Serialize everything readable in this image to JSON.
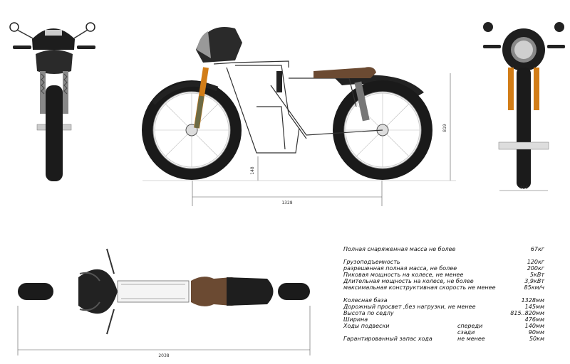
{
  "dimensions": {
    "height": "819",
    "ground_clearance": "148",
    "wheelbase": "1328",
    "width": "414",
    "length": "2038"
  },
  "specs": [
    {
      "label": "Полная снаряженная масса не более",
      "value": "67кг"
    },
    {
      "label": "Грузоподъемность",
      "value": "120кг"
    },
    {
      "label": "разрешенная полная масса, не более",
      "value": "200кг"
    },
    {
      "label": "Пиковая мощность на колесе, не менее",
      "value": "5кВт"
    },
    {
      "label": "Длительная мощность на колесе, не более",
      "value": "3,9кВт"
    },
    {
      "label": "максимальная конструктивная скорость  не менее",
      "value": "85км/ч"
    },
    {
      "label": "Колесная база",
      "value": "1328мм"
    },
    {
      "label": "Дорожный просвет ,без нагрузки, не менее",
      "value": "145мм"
    },
    {
      "label": "Высота по седлу",
      "value": "815..820мм"
    },
    {
      "label": "Ширина",
      "value": "476мм"
    },
    {
      "label": "Ходы подвески",
      "sub": "спереди",
      "value": "140мм"
    },
    {
      "label": "",
      "sub": "сзади",
      "value": "90мм"
    },
    {
      "label": "Гарантированный запас хода",
      "sub": "не менее",
      "value": "50км"
    }
  ]
}
